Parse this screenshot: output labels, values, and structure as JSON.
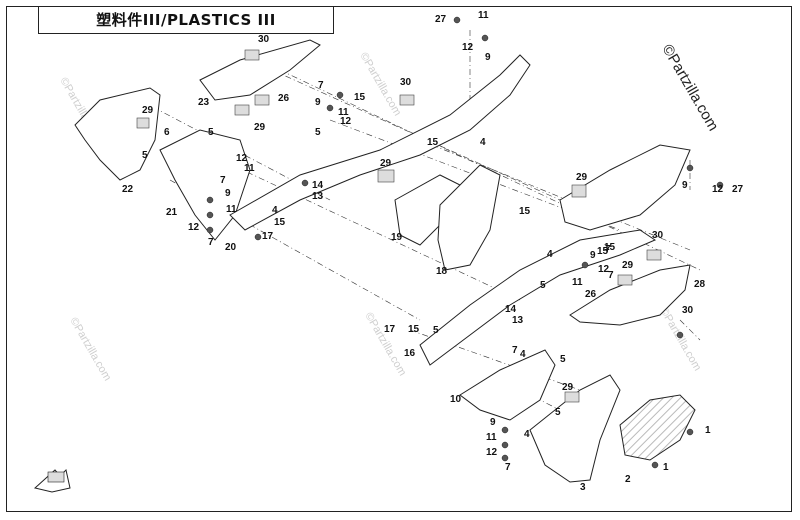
{
  "title": "塑料件III/PLASTICS III",
  "watermark": "©Partzilla.com",
  "colors": {
    "line": "#222222",
    "label_bg": "#dddddd",
    "hatch": "#bbbbbb"
  },
  "callouts": [
    {
      "id": "c1",
      "text": "1"
    },
    {
      "id": "c2",
      "text": "1"
    },
    {
      "id": "c3",
      "text": "2"
    },
    {
      "id": "c4",
      "text": "3"
    },
    {
      "id": "c5",
      "text": "4"
    },
    {
      "id": "c6",
      "text": "4"
    },
    {
      "id": "c7",
      "text": "4"
    },
    {
      "id": "c8",
      "text": "4"
    },
    {
      "id": "c9",
      "text": "4"
    },
    {
      "id": "c10",
      "text": "5"
    },
    {
      "id": "c11",
      "text": "5"
    },
    {
      "id": "c12",
      "text": "5"
    },
    {
      "id": "c13",
      "text": "5"
    },
    {
      "id": "c14",
      "text": "5"
    },
    {
      "id": "c15",
      "text": "5"
    },
    {
      "id": "c16",
      "text": "5"
    },
    {
      "id": "c17",
      "text": "6"
    },
    {
      "id": "c18",
      "text": "7"
    },
    {
      "id": "c19",
      "text": "7"
    },
    {
      "id": "c20",
      "text": "7"
    },
    {
      "id": "c21",
      "text": "7"
    },
    {
      "id": "c22",
      "text": "7"
    },
    {
      "id": "c23",
      "text": "7"
    },
    {
      "id": "c24",
      "text": "7"
    },
    {
      "id": "c25",
      "text": "9"
    },
    {
      "id": "c26",
      "text": "9"
    },
    {
      "id": "c27",
      "text": "9"
    },
    {
      "id": "c28",
      "text": "9"
    },
    {
      "id": "c29",
      "text": "9"
    },
    {
      "id": "c30",
      "text": "9"
    },
    {
      "id": "c31",
      "text": "10"
    },
    {
      "id": "c32",
      "text": "11"
    },
    {
      "id": "c33",
      "text": "11"
    },
    {
      "id": "c34",
      "text": "11"
    },
    {
      "id": "c35",
      "text": "11"
    },
    {
      "id": "c36",
      "text": "11"
    },
    {
      "id": "c37",
      "text": "11"
    },
    {
      "id": "c38",
      "text": "12"
    },
    {
      "id": "c39",
      "text": "12"
    },
    {
      "id": "c40",
      "text": "12"
    },
    {
      "id": "c41",
      "text": "12"
    },
    {
      "id": "c42",
      "text": "12"
    },
    {
      "id": "c43",
      "text": "12"
    },
    {
      "id": "c44",
      "text": "12"
    },
    {
      "id": "c45",
      "text": "13"
    },
    {
      "id": "c46",
      "text": "13"
    },
    {
      "id": "c47",
      "text": "14"
    },
    {
      "id": "c48",
      "text": "14"
    },
    {
      "id": "c49",
      "text": "15"
    },
    {
      "id": "c50",
      "text": "15"
    },
    {
      "id": "c51",
      "text": "15"
    },
    {
      "id": "c52",
      "text": "15"
    },
    {
      "id": "c53",
      "text": "15"
    },
    {
      "id": "c54",
      "text": "15"
    },
    {
      "id": "c55",
      "text": "15"
    },
    {
      "id": "c56",
      "text": "16"
    },
    {
      "id": "c57",
      "text": "17"
    },
    {
      "id": "c58",
      "text": "17"
    },
    {
      "id": "c59",
      "text": "18"
    },
    {
      "id": "c60",
      "text": "19"
    },
    {
      "id": "c61",
      "text": "20"
    },
    {
      "id": "c62",
      "text": "21"
    },
    {
      "id": "c63",
      "text": "22"
    },
    {
      "id": "c64",
      "text": "23"
    },
    {
      "id": "c65",
      "text": "26"
    },
    {
      "id": "c66",
      "text": "26"
    },
    {
      "id": "c67",
      "text": "27"
    },
    {
      "id": "c68",
      "text": "27"
    },
    {
      "id": "c69",
      "text": "28"
    },
    {
      "id": "c70",
      "text": "29"
    },
    {
      "id": "c71",
      "text": "29"
    },
    {
      "id": "c72",
      "text": "29"
    },
    {
      "id": "c73",
      "text": "29"
    },
    {
      "id": "c74",
      "text": "29"
    },
    {
      "id": "c75",
      "text": "29"
    },
    {
      "id": "c76",
      "text": "30"
    },
    {
      "id": "c77",
      "text": "30"
    },
    {
      "id": "c78",
      "text": "30"
    },
    {
      "id": "c79",
      "text": "30"
    }
  ]
}
